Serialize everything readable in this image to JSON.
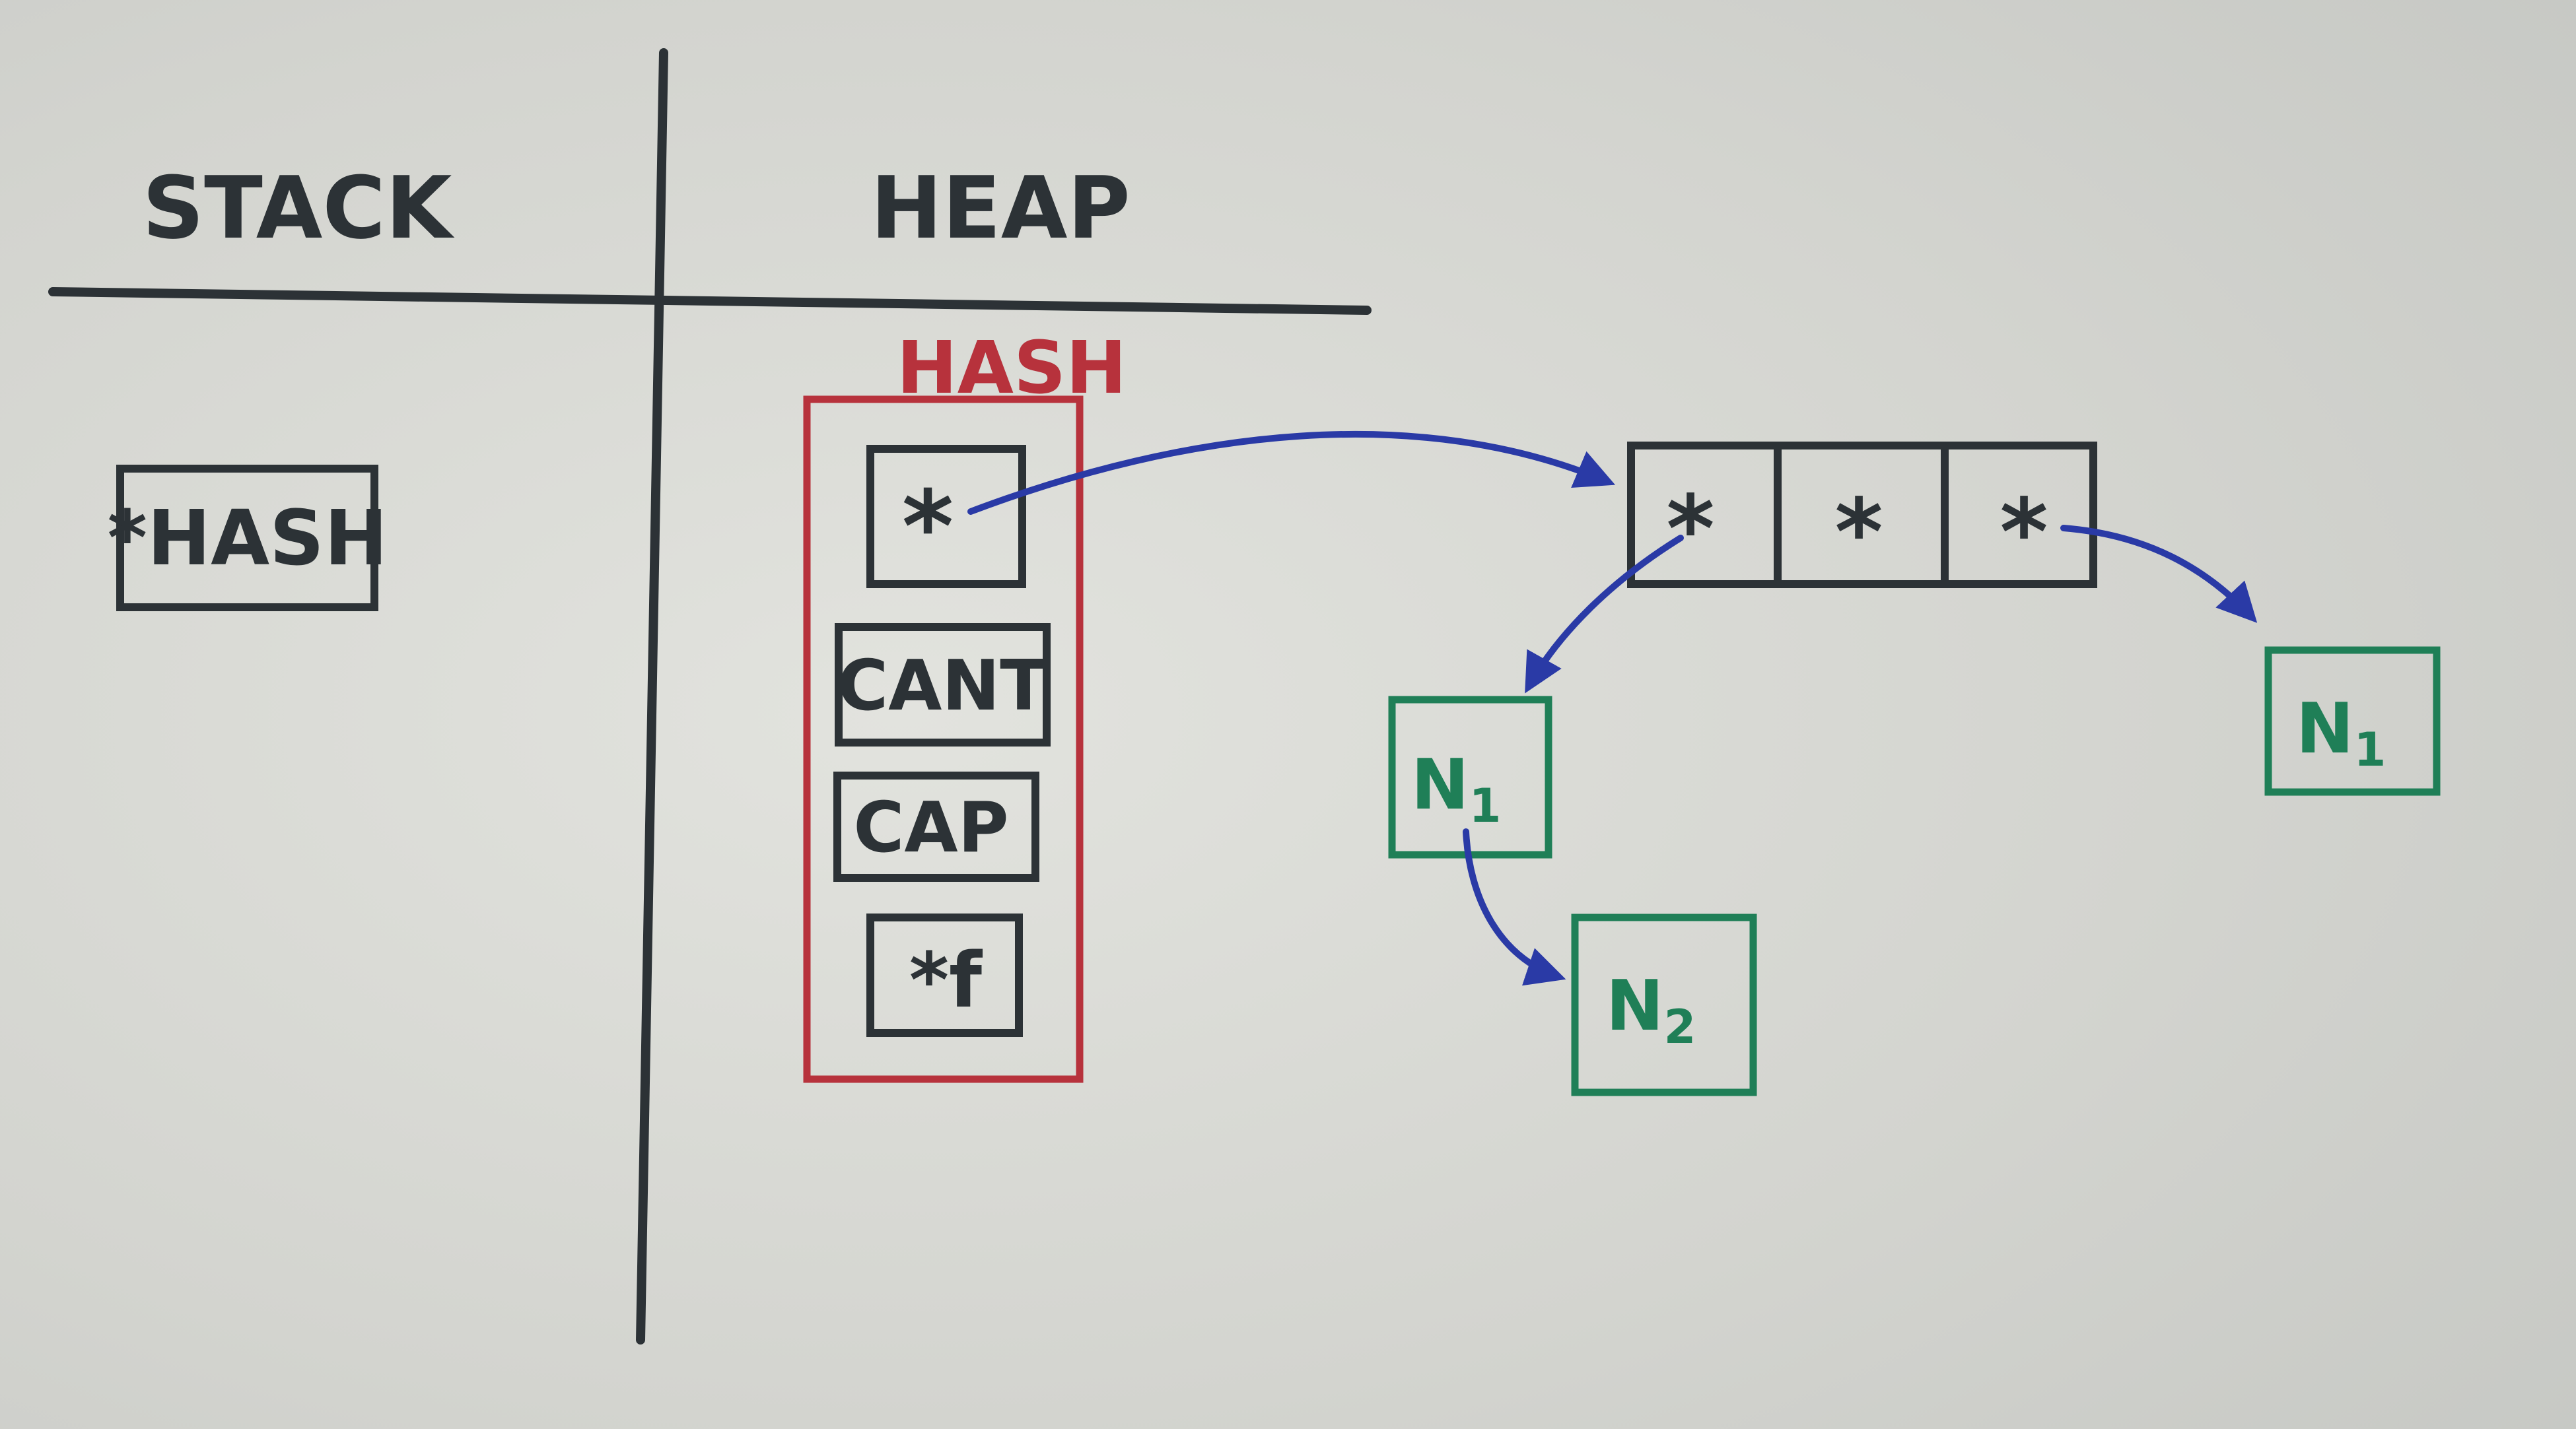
{
  "colors": {
    "paper": "#d3d4cf",
    "ink_black": "#2c3236",
    "ink_red": "#b7323c",
    "ink_blue": "#2a3aa6",
    "ink_green": "#1f7f57"
  },
  "headers": {
    "stack": "STACK",
    "heap": "HEAP"
  },
  "stack": {
    "pointer_label": "*HASH"
  },
  "heap": {
    "struct_title": "HASH",
    "fields": {
      "ptr": "*",
      "cant": "CANT",
      "cap": "CAP",
      "func": "*f"
    }
  },
  "array": {
    "cells": [
      "*",
      "*",
      "*"
    ]
  },
  "nodes": {
    "left_first": {
      "letter": "N",
      "sub": "1"
    },
    "left_second": {
      "letter": "N",
      "sub": "2"
    },
    "right_first": {
      "letter": "N",
      "sub": "1"
    }
  }
}
